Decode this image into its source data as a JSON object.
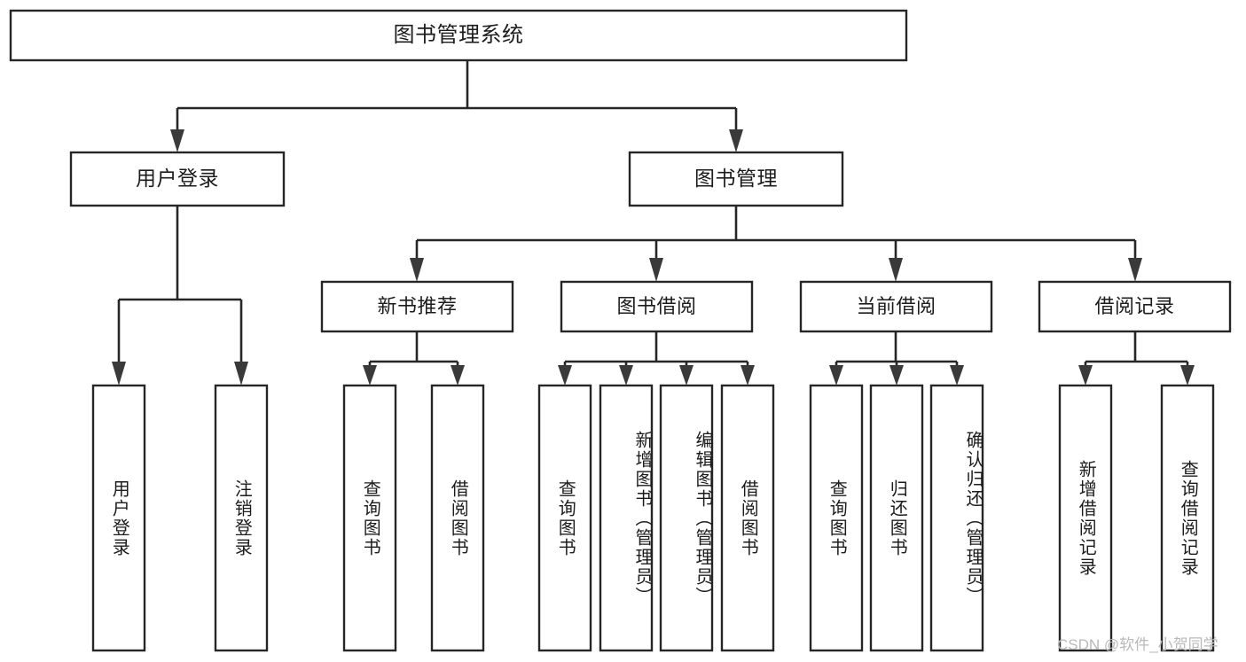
{
  "diagram": {
    "type": "hierarchy-tree",
    "title": "图书管理系统",
    "orientation": "top-down",
    "watermark": "CSDN @软件_小贺同学",
    "levels": [
      {
        "level": 0,
        "nodes": [
          {
            "id": "root",
            "label": "图书管理系统",
            "text_orientation": "horizontal"
          }
        ]
      },
      {
        "level": 1,
        "nodes": [
          {
            "id": "l1-0",
            "label": "用户登录",
            "text_orientation": "horizontal",
            "parent": "root"
          },
          {
            "id": "l1-1",
            "label": "图书管理",
            "text_orientation": "horizontal",
            "parent": "root"
          }
        ]
      },
      {
        "level": 2,
        "nodes": [
          {
            "id": "l2-0",
            "label": "新书推荐",
            "text_orientation": "horizontal",
            "parent": "l1-1"
          },
          {
            "id": "l2-1",
            "label": "图书借阅",
            "text_orientation": "horizontal",
            "parent": "l1-1"
          },
          {
            "id": "l2-2",
            "label": "当前借阅",
            "text_orientation": "horizontal",
            "parent": "l1-1"
          },
          {
            "id": "l2-3",
            "label": "借阅记录",
            "text_orientation": "horizontal",
            "parent": "l1-1"
          }
        ]
      },
      {
        "level": 3,
        "nodes": [
          {
            "id": "leaf-0",
            "label": "用户登录",
            "text_orientation": "vertical",
            "parent": "l1-0"
          },
          {
            "id": "leaf-1",
            "label": "注销登录",
            "text_orientation": "vertical",
            "parent": "l1-0"
          },
          {
            "id": "leaf-2",
            "label": "查询图书",
            "text_orientation": "vertical",
            "parent": "l2-0"
          },
          {
            "id": "leaf-3",
            "label": "借阅图书",
            "text_orientation": "vertical",
            "parent": "l2-0"
          },
          {
            "id": "leaf-4",
            "label": "查询图书",
            "text_orientation": "vertical",
            "parent": "l2-1"
          },
          {
            "id": "leaf-5",
            "label": "新增图书（管理员）",
            "text_orientation": "vertical",
            "parent": "l2-1"
          },
          {
            "id": "leaf-6",
            "label": "编辑图书（管理员）",
            "text_orientation": "vertical",
            "parent": "l2-1"
          },
          {
            "id": "leaf-7",
            "label": "借阅图书",
            "text_orientation": "vertical",
            "parent": "l2-1"
          },
          {
            "id": "leaf-8",
            "label": "查询图书",
            "text_orientation": "vertical",
            "parent": "l2-2"
          },
          {
            "id": "leaf-9",
            "label": "归还图书",
            "text_orientation": "vertical",
            "parent": "l2-2"
          },
          {
            "id": "leaf-10",
            "label": "确认归还（管理员）",
            "text_orientation": "vertical",
            "parent": "l2-2"
          },
          {
            "id": "leaf-11",
            "label": "新增借阅记录",
            "text_orientation": "vertical",
            "parent": "l2-3"
          },
          {
            "id": "leaf-12",
            "label": "查询借阅记录",
            "text_orientation": "vertical",
            "parent": "l2-3"
          }
        ]
      }
    ],
    "colors": {
      "box_stroke": "#262626",
      "box_fill": "#ffffff",
      "connector": "#262626",
      "arrow": "#3a3a3a",
      "text": "#1c1c1c",
      "watermark": "#b9b9b9",
      "background": "#ffffff"
    }
  }
}
